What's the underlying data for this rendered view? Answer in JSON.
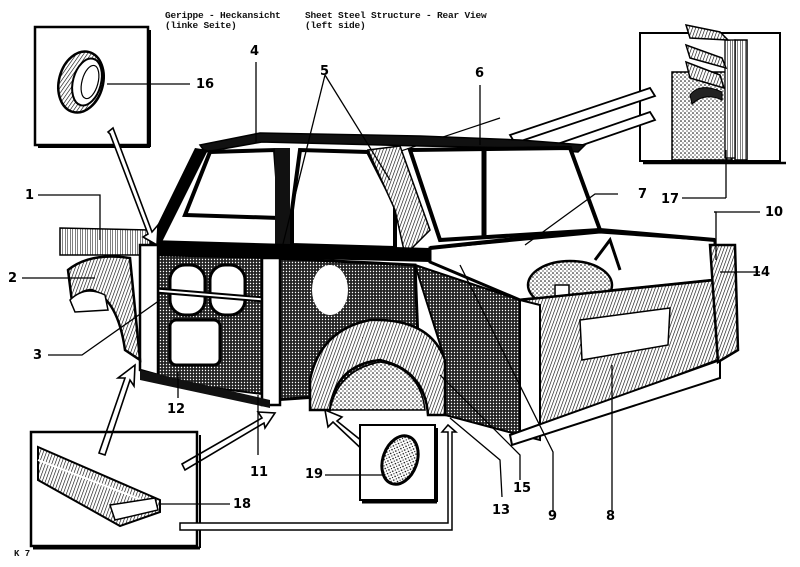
{
  "header": {
    "german_title": "Gerippe - Heckansicht",
    "german_subtitle": "(linke Seite)",
    "english_title": "Sheet Steel Structure - Rear View",
    "english_subtitle": "(left side)"
  },
  "figure_code": "K 7",
  "callouts": [
    {
      "id": "1",
      "label": "1"
    },
    {
      "id": "2",
      "label": "2"
    },
    {
      "id": "3",
      "label": "3"
    },
    {
      "id": "4",
      "label": "4"
    },
    {
      "id": "5",
      "label": "5"
    },
    {
      "id": "6",
      "label": "6"
    },
    {
      "id": "7",
      "label": "7"
    },
    {
      "id": "8",
      "label": "8"
    },
    {
      "id": "9",
      "label": "9"
    },
    {
      "id": "10",
      "label": "10"
    },
    {
      "id": "11",
      "label": "11"
    },
    {
      "id": "12",
      "label": "12"
    },
    {
      "id": "13",
      "label": "13"
    },
    {
      "id": "14",
      "label": "14"
    },
    {
      "id": "15",
      "label": "15"
    },
    {
      "id": "16",
      "label": "16"
    },
    {
      "id": "17",
      "label": "17"
    },
    {
      "id": "18",
      "label": "18"
    },
    {
      "id": "19",
      "label": "19"
    }
  ],
  "insets": [
    {
      "name": "grommet-ring",
      "callout": "16"
    },
    {
      "name": "window-seal-profile",
      "callout": "17"
    },
    {
      "name": "door-sill-seal-profile",
      "callout": "18"
    },
    {
      "name": "blanking-plug",
      "callout": "19"
    }
  ]
}
